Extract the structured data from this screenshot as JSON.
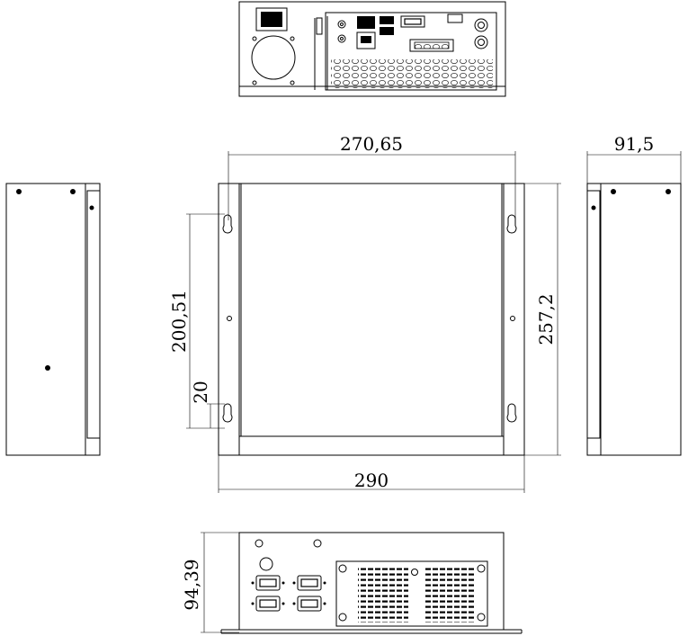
{
  "dimensions": {
    "top_width": "270,65",
    "bottom_width": "290",
    "right_height": "257,2",
    "left_mount_spacing": "200,51",
    "left_small": "20",
    "side_depth": "91,5",
    "bottom_height": "94,39"
  }
}
